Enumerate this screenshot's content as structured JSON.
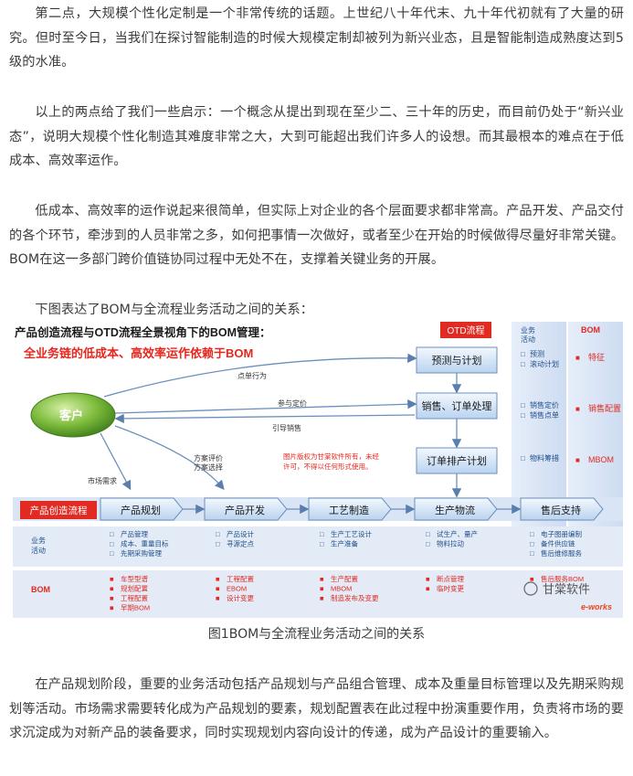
{
  "paragraphs": [
    "第二点，大规模个性化定制是一个非常传统的话题。上世纪八十年代末、九十年代初就有了大量的研究。但时至今日，当我们在探讨智能制造的时候大规模定制却被列为新兴业态，且是智能制造成熟度达到5级的水准。",
    "以上的两点给了我们一些启示：一个概念从提出到现在至少二、三十年的历史，而目前仍处于“新兴业态”，说明大规模个性化制造其难度非常之大，大到可能超出我们许多人的设想。而其最根本的难点在于低成本、高效率运作。",
    "低成本、高效率的运作说起来很简单，但实际上对企业的各个层面要求都非常高。产品开发、产品交付的各个环节，牵涉到的人员非常之多，如何把事情一次做好，或者至少在开始的时候做得尽量好非常关键。BOM在这一多部门跨价值链协同过程中无处不在，支撑着关键业务的开展。",
    "下图表达了BOM与全流程业务活动之间的关系：",
    "在产品规划阶段，重要的业务活动包括产品规划与产品组合管理、成本及重量目标管理以及先期采购规划等活动。市场需求需要转化成为产品规划的要素，规划配置表在此过程中扮演重要作用，负责将市场的要求沉淀成为对新产品的装备要求，同时实现规划内容向设计的传递，成为产品设计的重要输入。"
  ],
  "caption": "图1BOM与全流程业务活动之间的关系",
  "diagram": {
    "title": "产品创造流程与OTD流程全景视角下的BOM管理：",
    "subtitle": "全业务链的低成本、高效率运作依赖于BOM",
    "otd_label": "OTD流程",
    "customer": "客户",
    "otd_steps": [
      "预测与计划",
      "销售、订单处理",
      "订单排产计划"
    ],
    "flow_label": "产品创造流程",
    "flow_steps": [
      "产品规划",
      "产品开发",
      "工艺制造",
      "生产物流",
      "售后支持"
    ],
    "arrows": {
      "point_order": "点单行为",
      "join_pricing": "参与定价",
      "guide_sales": "引导销售",
      "scheme_eval": "方案评价",
      "scheme_select": "方案选择",
      "market_demand": "市场需求"
    },
    "copyright": [
      "图片版权为甘棠软件所有，未经",
      "许可，不得以任何形式使用。"
    ],
    "right_col1_header": [
      "业务",
      "活动"
    ],
    "right_col1": [
      [
        "预测",
        "滚动计划"
      ],
      [
        "销售定价",
        "销售点单"
      ],
      [
        "物料筹措"
      ]
    ],
    "right_col2_header": "BOM",
    "right_col2": [
      "特征",
      "销售配置",
      "MBOM"
    ],
    "activity_header": [
      "业务",
      "活动"
    ],
    "activities": [
      [
        "产品管理",
        "成本、重量目标",
        "先期采购管理"
      ],
      [
        "产品设计",
        "寻源定点"
      ],
      [
        "生产工艺设计",
        "生产准备"
      ],
      [
        "试生产、量产",
        "物料拉动"
      ],
      [
        "电子图册编制",
        "备件供应链",
        "售后维修服务"
      ]
    ],
    "bom_header": "BOM",
    "boms": [
      [
        "车型型谱",
        "规划配置",
        "工程配置",
        "早期BOM"
      ],
      [
        "工程配置",
        "EBOM",
        "设计变更"
      ],
      [
        "生产配置",
        "MBOM",
        "制造发布及变更"
      ],
      [
        "断点管理",
        "临时变更"
      ],
      [
        "售后服务BOM"
      ]
    ],
    "watermark": "甘棠软件",
    "brand": "e-works"
  },
  "colors": {
    "title_red": "#e8261c",
    "box_blue": "#2f6fb0",
    "box_light": "#a9c8ea",
    "customer_green": "#4f9a2e",
    "otd_bg": "#e02a22"
  }
}
